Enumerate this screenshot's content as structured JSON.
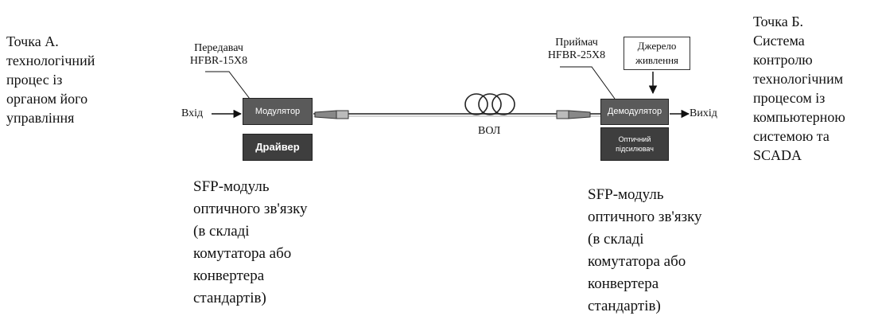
{
  "point_a": {
    "lines": [
      "Точка А.",
      "технологічний",
      "процес із",
      "органом його",
      "управління"
    ]
  },
  "point_b": {
    "lines": [
      "Точка Б.",
      "Система",
      "контролю",
      "технологічним",
      "процесом із",
      "компьютерною",
      "системою та",
      "SCADA"
    ]
  },
  "transmitter": {
    "title": "Передавач",
    "model": "HFBR-15X8"
  },
  "receiver": {
    "title": "Приймач",
    "model": "HFBR-25X8"
  },
  "power_supply": {
    "line1": "Джерело",
    "line2": "живлення"
  },
  "input_label": "Вхід",
  "output_label": "Вихід",
  "modulator_label": "Модулятор",
  "driver_label": "Драйвер",
  "demodulator_label": "Демодулятор",
  "amplifier": {
    "line1": "Оптичний",
    "line2": "підсилювач"
  },
  "fiber_label": "ВОЛ",
  "sfp_left": {
    "lines": [
      "SFP-модуль",
      "оптичного зв'язку",
      "(в складі",
      "комутатора або",
      "конвертера",
      "стандартів)"
    ]
  },
  "sfp_right": {
    "lines": [
      "SFP-модуль",
      "оптичного зв'язку",
      "(в складі",
      "комутатора або",
      "конвертера",
      "стандартів)"
    ]
  }
}
